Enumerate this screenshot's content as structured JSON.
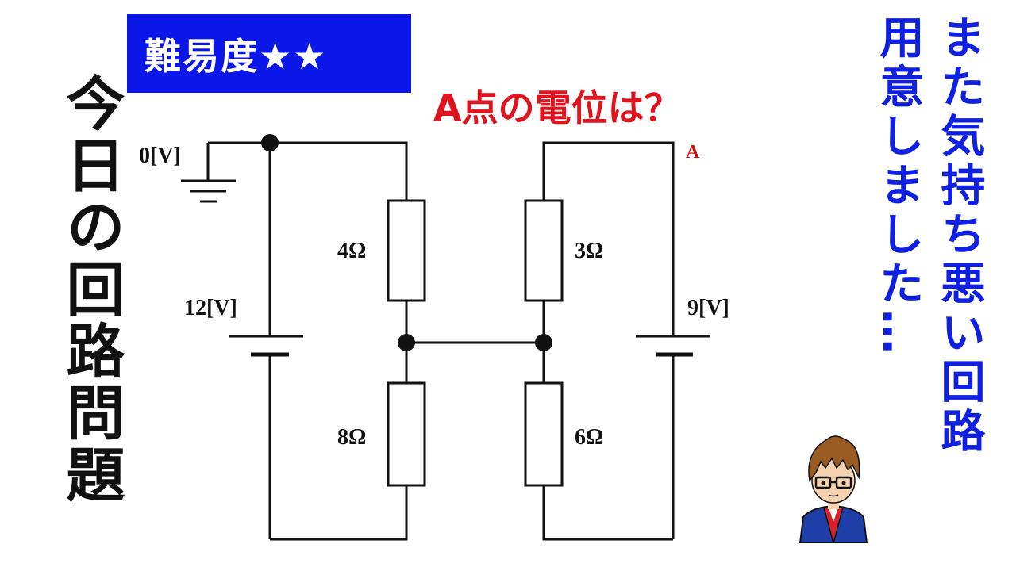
{
  "badge": {
    "text": "難易度★★"
  },
  "title_vertical": "今日の回路問題",
  "question": "A点の電位は？",
  "remark": {
    "line1": "また気持ち悪い回路",
    "line2": "用意しました…"
  },
  "circuit": {
    "ground_label": "0[V]",
    "battery_left_label": "12[V]",
    "battery_right_label": "9[V]",
    "resistors": {
      "upper_left": "4Ω",
      "lower_left": "8Ω",
      "upper_right": "3Ω",
      "lower_right": "6Ω"
    },
    "point_label": "A"
  },
  "colors": {
    "badge_bg": "#0b16e8",
    "question": "#e0141e",
    "remark": "#1020e0",
    "point_label": "#d01010",
    "wire": "#111111"
  }
}
